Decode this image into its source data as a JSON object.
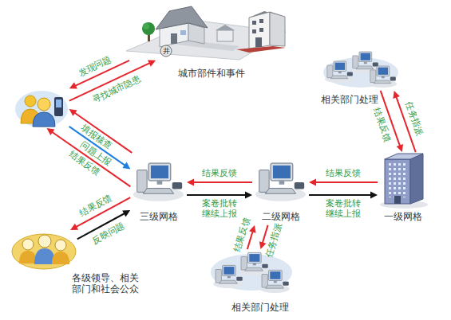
{
  "diagram": {
    "nodes": [
      {
        "text": [
          "城市部件和事件"
        ]
      },
      {
        "text": []
      },
      {
        "text": [
          "三级网格"
        ]
      },
      {
        "text": [
          "二级网格"
        ]
      },
      {
        "text": [
          "一级网格"
        ]
      },
      {
        "text": [
          "相关部门处理"
        ]
      },
      {
        "text": [
          "相关部门处理"
        ]
      },
      {
        "text": [
          "各级领导、相关部门和社会公众"
        ]
      }
    ],
    "edges": [
      {
        "from": 0,
        "to": 1,
        "label": "发现问题",
        "arrow": "to"
      },
      {
        "from": 1,
        "to": 0,
        "label": "寻找城市隐患",
        "arrow": "to"
      },
      {
        "from": 2,
        "to": 1,
        "label": "填报核查",
        "arrow": "to"
      },
      {
        "from": 1,
        "to": 2,
        "label": "问题上报",
        "arrow": "to"
      },
      {
        "from": 2,
        "to": 1,
        "label": "结果反馈",
        "arrow": "to"
      },
      {
        "from": 2,
        "to": 7,
        "label": "结果反馈",
        "arrow": "to"
      },
      {
        "from": 7,
        "to": 2,
        "label": "反映问题",
        "arrow": "to"
      },
      {
        "from": 3,
        "to": 2,
        "label": "结果反馈",
        "arrow": "to"
      },
      {
        "from": 2,
        "to": 3,
        "label": "案卷批转 继续上报",
        "arrow": "to"
      },
      {
        "from": 4,
        "to": 3,
        "label": "结果反馈",
        "arrow": "to"
      },
      {
        "from": 3,
        "to": 4,
        "label": "案卷批转 继续上报",
        "arrow": "to"
      },
      {
        "from": 4,
        "to": 5,
        "label": "任务指派",
        "arrow": "to"
      },
      {
        "from": 5,
        "to": 4,
        "label": "结果反馈",
        "arrow": "to"
      },
      {
        "from": 3,
        "to": 6,
        "label": "任务指派",
        "arrow": "to"
      },
      {
        "from": 6,
        "to": 3,
        "label": "结果反馈",
        "arrow": "to"
      }
    ],
    "labels": [
      "井"
    ]
  }
}
